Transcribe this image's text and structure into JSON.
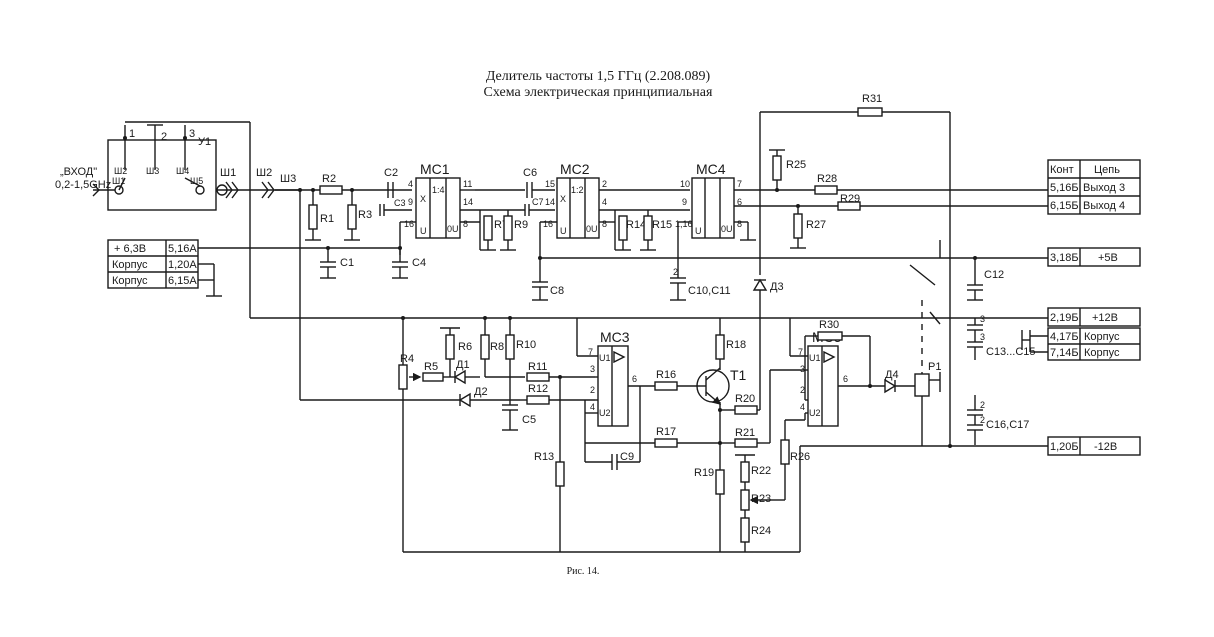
{
  "title": {
    "line1": "Делитель частоты 1,5 ГГц (2.208.089)",
    "line2": "Схема электрическая принципиальная"
  },
  "caption": "Рис. 14.",
  "input": {
    "label": "„ВХОД\"",
    "range": "0,2-1,5GHz"
  },
  "connector_block": {
    "name": "У1",
    "pins": [
      "1",
      "2",
      "3"
    ],
    "sockets": [
      "Ш1",
      "Ш2",
      "Ш3",
      "Ш4",
      "Ш5"
    ]
  },
  "connectors": {
    "sh1": "Ш1",
    "sh2": "Ш2",
    "sh3": "Ш3"
  },
  "left_table": [
    {
      "v": "+ 6,3В",
      "c": "5,16А"
    },
    {
      "v": "Корпус",
      "c": "1,20А"
    },
    {
      "v": "Корпус",
      "c": "6,15А"
    }
  ],
  "right_table": {
    "header": {
      "k": "Конт",
      "c": "Цепь"
    },
    "rows": [
      {
        "k": "5,16Б",
        "c": "Выход 3"
      },
      {
        "k": "6,15Б",
        "c": "Выход 4"
      }
    ]
  },
  "rail_tables": [
    {
      "k": "3,18Б",
      "c": "+5В"
    },
    {
      "k": "2,19Б",
      "c": "+12В"
    },
    {
      "k": "4,17Б",
      "c": "Корпус"
    },
    {
      "k": "7,14Б",
      "c": "Корпус"
    },
    {
      "k": "1,20Б",
      "c": "-12В"
    }
  ],
  "ics": {
    "mc1": {
      "name": "МС1",
      "div": "1:4",
      "pins": [
        "4",
        "11",
        "9",
        "14",
        "16",
        "8"
      ],
      "x": "X",
      "u": "U",
      "ou": "0U"
    },
    "mc2": {
      "name": "МС2",
      "div": "1:2",
      "pins": [
        "15",
        "2",
        "14",
        "4",
        "16",
        "8"
      ],
      "x": "X",
      "u": "U",
      "ou": "0U"
    },
    "mc4": {
      "name": "МС4",
      "pins": [
        "10",
        "7",
        "9",
        "6",
        "1,16",
        "8"
      ],
      "u": "U",
      "ou": "0U"
    },
    "mc3": {
      "name": "МС3",
      "pins": [
        "7",
        "3",
        "2",
        "4",
        "6"
      ],
      "u1": "U1",
      "u2": "U2"
    },
    "mc5": {
      "name": "МС5",
      "pins": [
        "7",
        "3",
        "2",
        "4",
        "6"
      ],
      "u1": "U1",
      "u2": "U2"
    }
  },
  "resistors": [
    "R1",
    "R2",
    "R3",
    "R4",
    "R5",
    "R6",
    "R7",
    "R8",
    "R9",
    "R10",
    "R11",
    "R12",
    "R13",
    "R14",
    "R15",
    "R16",
    "R17",
    "R18",
    "R19",
    "R20",
    "R21",
    "R22",
    "R23",
    "R24",
    "R25",
    "R26",
    "R27",
    "R28",
    "R29",
    "R30",
    "R31"
  ],
  "capacitors": [
    "C1",
    "C2",
    "C3",
    "C4",
    "C5",
    "C6",
    "C7",
    "C8",
    "C9",
    "C10,C11",
    "C12",
    "C13...C15",
    "C16,C17"
  ],
  "cap_counts": [
    "2",
    "3",
    "3",
    "2",
    "2"
  ],
  "diodes": [
    "Д1",
    "Д2",
    "Д3",
    "Д4"
  ],
  "transistor": "Т1",
  "relay": "Р1"
}
